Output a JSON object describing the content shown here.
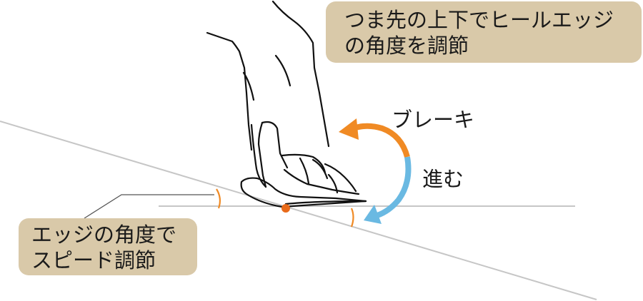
{
  "callouts": {
    "top": {
      "line1": "つま先の上下でヒールエッジ",
      "line2": "の角度を調節"
    },
    "bottom": {
      "line1": "エッジの角度で",
      "line2": "スピード調節"
    }
  },
  "labels": {
    "brake": "ブレーキ",
    "advance": "進む"
  },
  "colors": {
    "callout_fill": "#d9c9a9",
    "brake_arrow": "#f08a24",
    "advance_arrow": "#6ab9e2",
    "pivot_dot": "#e86a1a",
    "angle_mark": "#f08a24",
    "slope_line": "#c6c6c6",
    "outline": "#111111"
  },
  "icons": {
    "figure": "foot-on-board-icon",
    "arc": "curved-double-arrow-icon"
  }
}
